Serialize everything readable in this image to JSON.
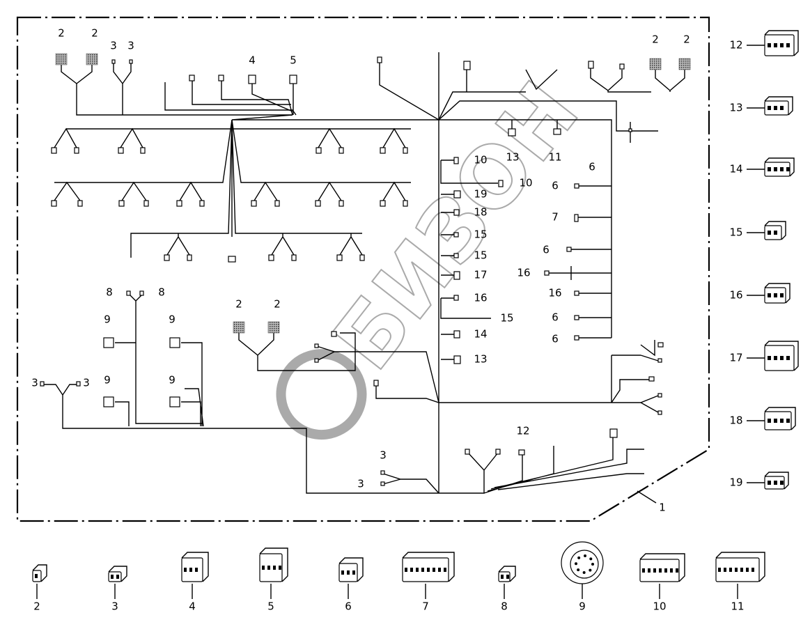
{
  "diagram": {
    "watermark": "БИЗОН",
    "harness_callout": "1",
    "callouts": [
      "2",
      "2",
      "2",
      "2",
      "2",
      "2",
      "3",
      "3",
      "3",
      "3",
      "3",
      "3",
      "4",
      "5",
      "8",
      "8",
      "9",
      "9",
      "9",
      "9",
      "10",
      "10",
      "13",
      "13",
      "11",
      "6",
      "6",
      "6",
      "6",
      "6",
      "7",
      "19",
      "18",
      "15",
      "15",
      "15",
      "17",
      "16",
      "16",
      "16",
      "14",
      "12"
    ],
    "side_legend": [
      "12",
      "13",
      "14",
      "15",
      "16",
      "17",
      "18",
      "19"
    ],
    "bottom_legend": [
      "2",
      "3",
      "4",
      "5",
      "6",
      "7",
      "8",
      "9",
      "10",
      "11"
    ]
  }
}
